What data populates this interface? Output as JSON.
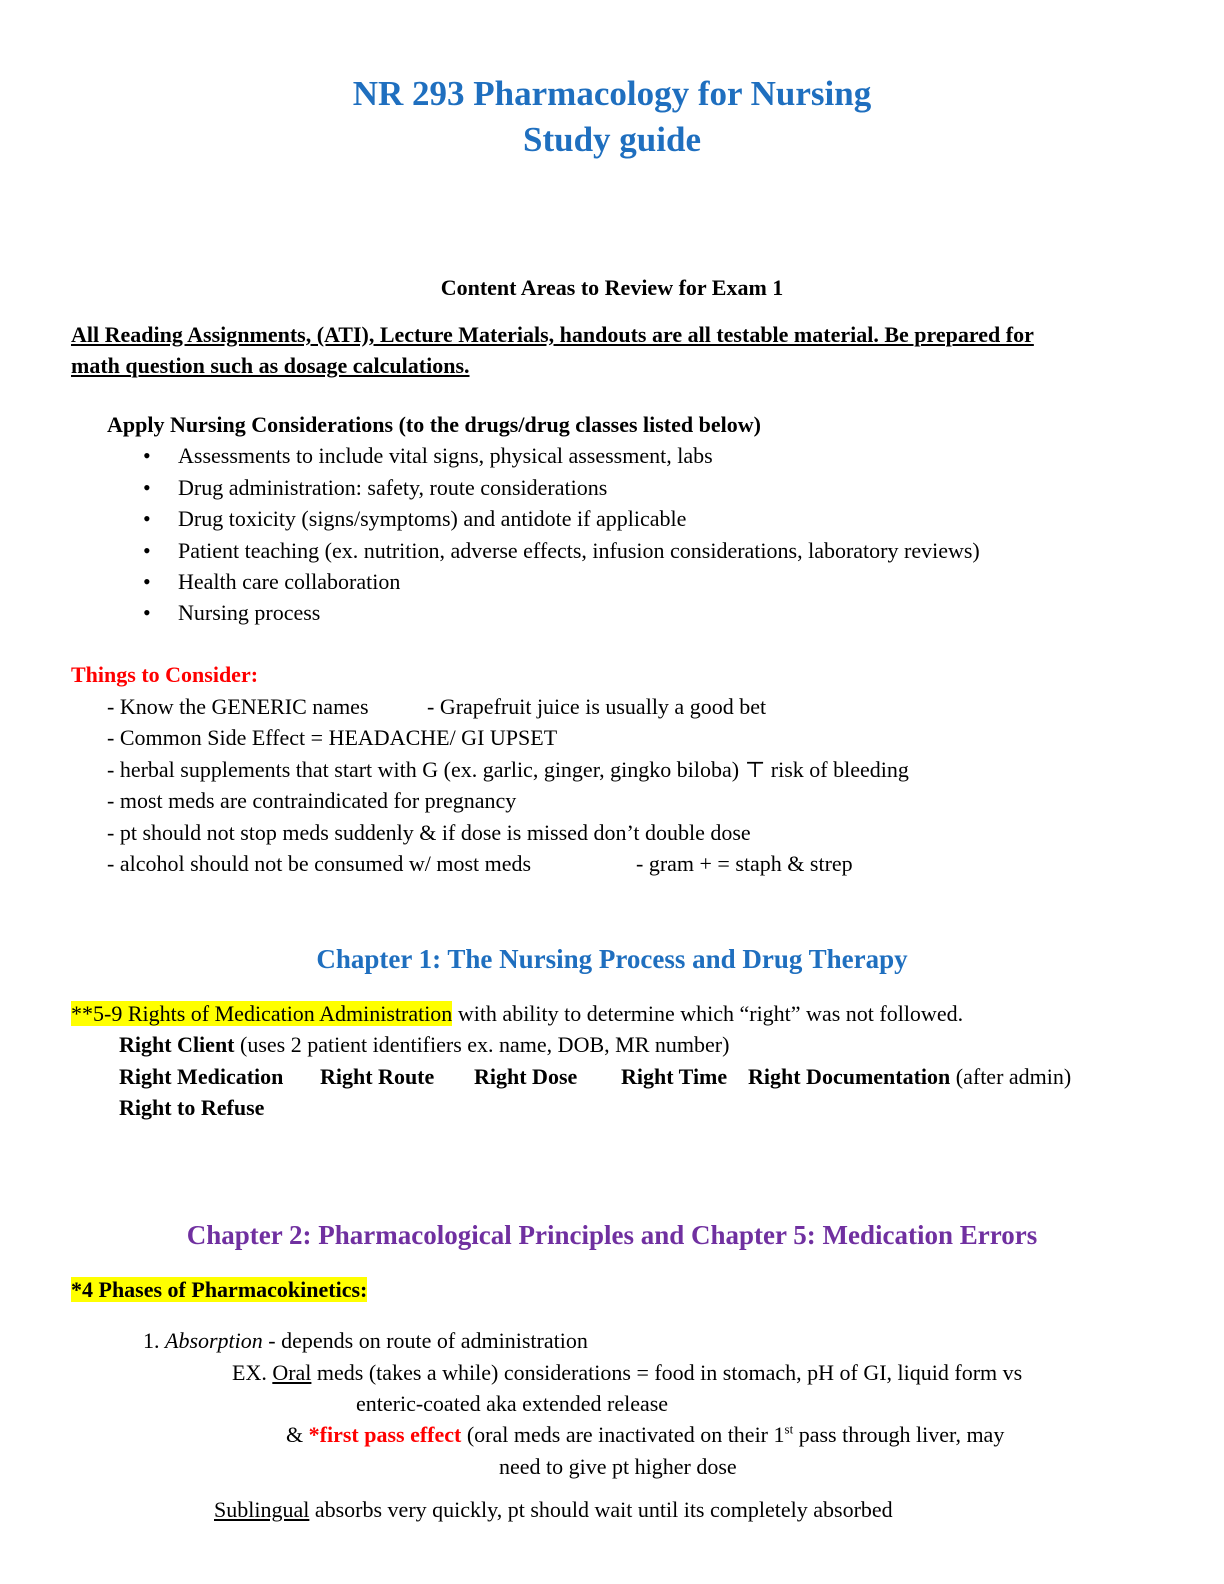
{
  "title_line1": "NR 293 Pharmacology for Nursing",
  "title_line2": "Study guide",
  "content_heading": "Content Areas to Review for Exam 1",
  "testable_line1": "All Reading Assignments, (ATI), Lecture Materials, handouts are all testable material. Be prepared for",
  "testable_line2": "math question such as dosage calculations. ",
  "apply_heading": "Apply Nursing Considerations (to the drugs/drug classes listed below)",
  "bullets": [
    "Assessments to include vital signs, physical assessment, labs",
    "Drug administration: safety, route considerations",
    "Drug toxicity (signs/symptoms) and antidote if applicable",
    "Patient teaching (ex. nutrition, adverse effects, infusion considerations, laboratory reviews)",
    "Health care collaboration",
    "Nursing process"
  ],
  "bullet_glyph": "•",
  "consider_heading": "Things to Consider:",
  "consider": {
    "generic": "- Know the GENERIC names",
    "grapefruit": "- Grapefruit juice is usually a good bet",
    "side_effect": "- Common Side Effect = HEADACHE/ GI UPSET",
    "herbal": "- herbal supplements that start with G (ex. garlic, ginger, gingko biloba) ⊤ risk of bleeding",
    "pregnancy": "- most meds are contraindicated for pregnancy",
    "stop_meds": "- pt should not stop meds suddenly & if dose is missed don’t double dose",
    "alcohol": "- alcohol should not be consumed w/ most meds",
    "gram": "- gram + = staph & strep"
  },
  "chapter1_heading": "Chapter 1: The Nursing Process and Drug Therapy",
  "rights": {
    "highlight": "**5-9 Rights of Medication Administration",
    "rest": " with ability to determine which “right” was not followed.",
    "client_bold": "Right Client",
    "client_rest": " (uses 2 patient identifiers ex. name, DOB, MR number)",
    "medication": "Right Medication",
    "route": "Right Route",
    "dose": "Right Dose",
    "time": "Right Time",
    "documentation": "Right Documentation",
    "documentation_rest": " (after admin)",
    "refuse": "Right to Refuse"
  },
  "chapter2_heading": "Chapter 2: Pharmacological Principles and Chapter 5: Medication Errors",
  "phases_heading": "*4 Phases of Pharmacokinetics:",
  "absorption": {
    "num": "1. ",
    "term": "Absorption",
    "rest": " - depends on route of administration",
    "ex_prefix": "EX. ",
    "oral": "Oral",
    "oral_rest": " meds (takes a while) considerations = food in stomach, pH of GI, liquid form vs",
    "oral_line2": "enteric-coated aka extended release",
    "amp": "& ",
    "first_pass": "*first pass effect",
    "fp_rest_a": " (oral meds are inactivated on their 1",
    "fp_sup": "st",
    "fp_rest_b": " pass through liver, may",
    "fp_line2": "need to give pt higher dose",
    "sublingual": "Sublingual",
    "sublingual_rest": " absorbs very quickly, pt should wait until its completely absorbed"
  }
}
